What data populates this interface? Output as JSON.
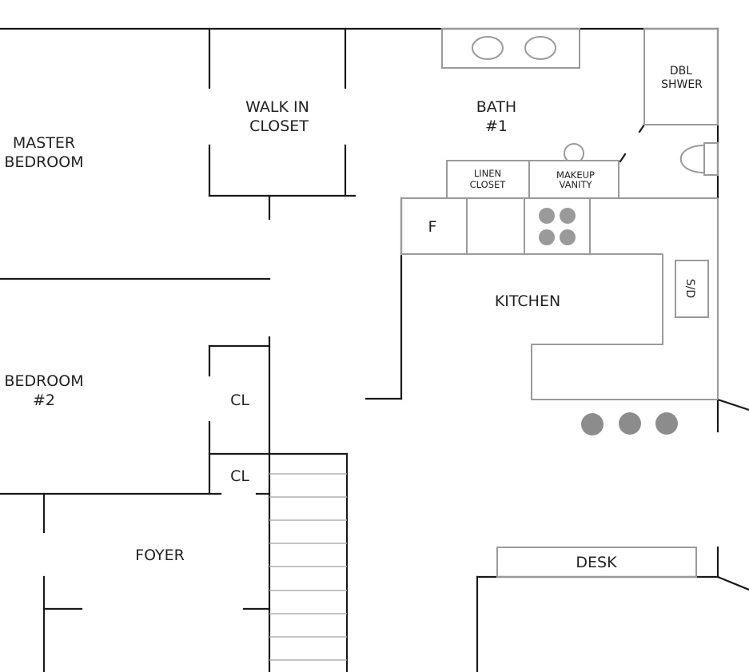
{
  "rooms": {
    "master_bedroom": [
      "MASTER",
      "BEDROOM"
    ],
    "walk_in_closet": [
      "WALK IN",
      "CLOSET"
    ],
    "bath": [
      "BATH",
      "#1"
    ],
    "dbl_shower": [
      "DBL",
      "SHWER"
    ],
    "linen_closet": [
      "LINEN",
      "CLOSET"
    ],
    "makeup_vanity": [
      "MAKEUP",
      "VANITY"
    ],
    "fridge": "F",
    "kitchen": "KITCHEN",
    "sd": "S/D",
    "bedroom2": [
      "BEDROOM",
      "#2"
    ],
    "closet_upper": "CL",
    "closet_lower": "CL",
    "foyer": "FOYER",
    "desk": "DESK"
  },
  "colors": {
    "wall": "#1a1a1a",
    "fixture": "#9a9a9a",
    "stool": "#8c8c8c",
    "background": "#ffffff"
  }
}
